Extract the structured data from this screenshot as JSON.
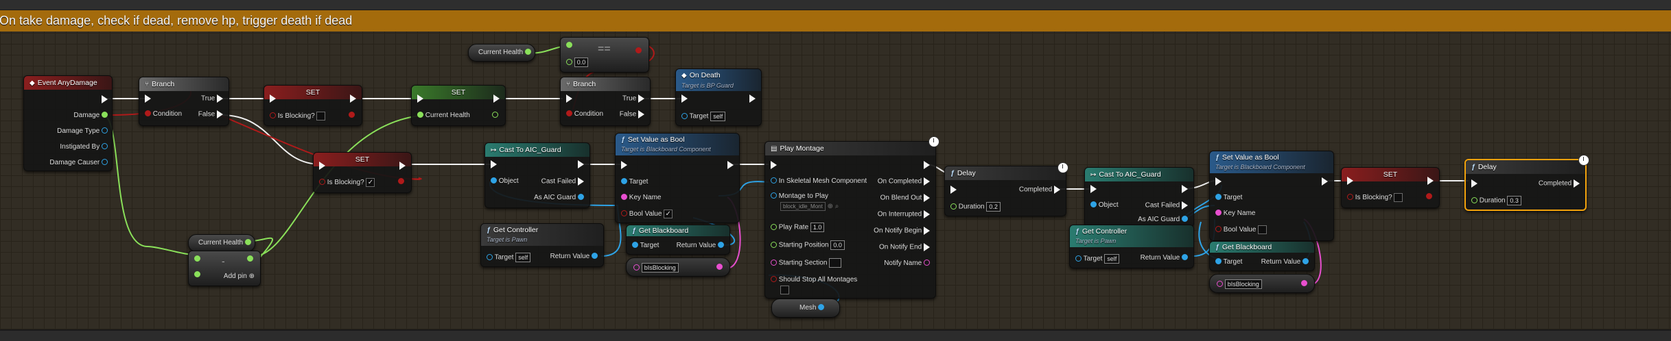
{
  "comment": {
    "title": "On take damage, check if dead, remove hp, trigger death if dead"
  },
  "nodes": {
    "event_any_damage": {
      "title": "Event AnyDamage",
      "pins": [
        "Damage",
        "Damage Type",
        "Instigated By",
        "Damage Causer"
      ]
    },
    "branch1": {
      "title": "Branch",
      "condition": "Condition",
      "true_label": "True",
      "false_label": "False"
    },
    "set_blocking1": {
      "title": "SET",
      "pin": "Is Blocking?"
    },
    "set_health": {
      "title": "SET",
      "pin": "Current Health"
    },
    "current_health_top": {
      "label": "Current Health"
    },
    "equals": {
      "op": "==",
      "value": "0.0"
    },
    "branch2": {
      "title": "Branch",
      "condition": "Condition",
      "true_label": "True",
      "false_label": "False"
    },
    "on_death": {
      "title": "On Death",
      "subtitle": "Target is BP Guard",
      "target_label": "Target",
      "target_value": "self"
    },
    "set_blocking2": {
      "title": "SET",
      "pin": "Is Blocking?",
      "checked": "✓"
    },
    "current_health_bottom": {
      "label": "Current Health"
    },
    "subtract": {
      "op": "-",
      "add_pin": "Add pin"
    },
    "cast1": {
      "title": "Cast To AIC_Guard",
      "object": "Object",
      "cast_failed": "Cast Failed",
      "as_aic": "As AIC Guard"
    },
    "get_controller1": {
      "title": "Get Controller",
      "subtitle": "Target is Pawn",
      "target_label": "Target",
      "target_value": "self",
      "return_value": "Return Value"
    },
    "set_value_bool1": {
      "title": "Set Value as Bool",
      "subtitle": "Target is Blackboard Component",
      "target": "Target",
      "key_name": "Key Name",
      "bool_value": "Bool Value",
      "checked": "✓"
    },
    "get_blackboard1": {
      "title": "Get Blackboard",
      "target": "Target",
      "return_value": "Return Value"
    },
    "key_literal1": {
      "value": "bIsBlocking"
    },
    "play_montage": {
      "title": "Play Montage",
      "in_mesh": "In Skeletal Mesh Component",
      "montage_to_play": "Montage to Play",
      "montage_value": "block_idle_Mont",
      "play_rate": "Play Rate",
      "play_rate_value": "1.0",
      "starting_position": "Starting Position",
      "starting_position_value": "0.0",
      "starting_section": "Starting Section",
      "should_stop": "Should Stop All Montages",
      "on_completed": "On Completed",
      "on_blend_out": "On Blend Out",
      "on_interrupted": "On Interrupted",
      "on_notify_begin": "On Notify Begin",
      "on_notify_end": "On Notify End",
      "notify_name": "Notify Name"
    },
    "mesh": {
      "label": "Mesh"
    },
    "delay1": {
      "title": "Delay",
      "completed": "Completed",
      "duration": "Duration",
      "duration_value": "0.2"
    },
    "cast2": {
      "title": "Cast To AIC_Guard",
      "object": "Object",
      "cast_failed": "Cast Failed",
      "as_aic": "As AIC Guard"
    },
    "get_controller2": {
      "title": "Get Controller",
      "subtitle": "Target is Pawn",
      "target_label": "Target",
      "target_value": "self",
      "return_value": "Return Value"
    },
    "set_value_bool2": {
      "title": "Set Value as Bool",
      "subtitle": "Target is Blackboard Component",
      "target": "Target",
      "key_name": "Key Name",
      "bool_value": "Bool Value"
    },
    "get_blackboard2": {
      "title": "Get Blackboard",
      "target": "Target",
      "return_value": "Return Value"
    },
    "key_literal2": {
      "value": "bIsBlocking"
    },
    "set_blocking3": {
      "title": "SET",
      "pin": "Is Blocking?"
    },
    "delay2": {
      "title": "Delay",
      "completed": "Completed",
      "duration": "Duration",
      "duration_value": "0.3"
    }
  },
  "colors": {
    "exec": "#f5f5f5",
    "float": "#8ae05a",
    "bool": "#b01a1a",
    "object": "#2ea3e6",
    "name": "#e84fcf",
    "comment": "#a46b0c",
    "selected": "#f2a20c"
  },
  "icons": [
    "event-icon",
    "branch-icon",
    "function-icon",
    "cast-icon",
    "montage-icon",
    "clock-icon"
  ]
}
